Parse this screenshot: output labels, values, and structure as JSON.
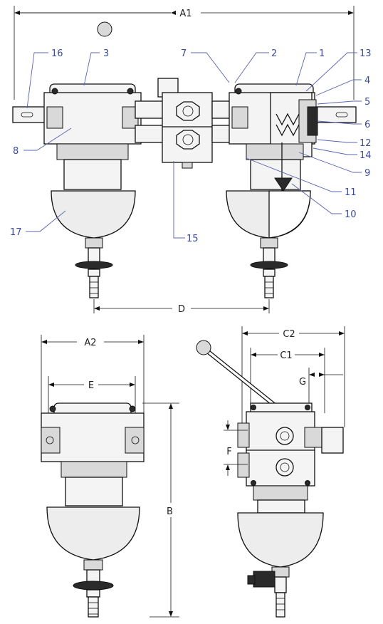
{
  "dimensions": {
    "A1": "A1",
    "A2": "A2",
    "B": "B",
    "C1": "C1",
    "C2": "C2",
    "D": "D",
    "E": "E",
    "F": "F",
    "G": "G"
  },
  "callouts": {
    "c1": "1",
    "c2": "2",
    "c3": "3",
    "c4": "4",
    "c5": "5",
    "c6": "6",
    "c7": "7",
    "c8": "8",
    "c9": "9",
    "c10": "10",
    "c11": "11",
    "c12": "12",
    "c13": "13",
    "c14": "14",
    "c15": "15",
    "c16": "16",
    "c17": "17"
  },
  "colors": {
    "callout": "#3d4a9e",
    "line": "#111111"
  }
}
